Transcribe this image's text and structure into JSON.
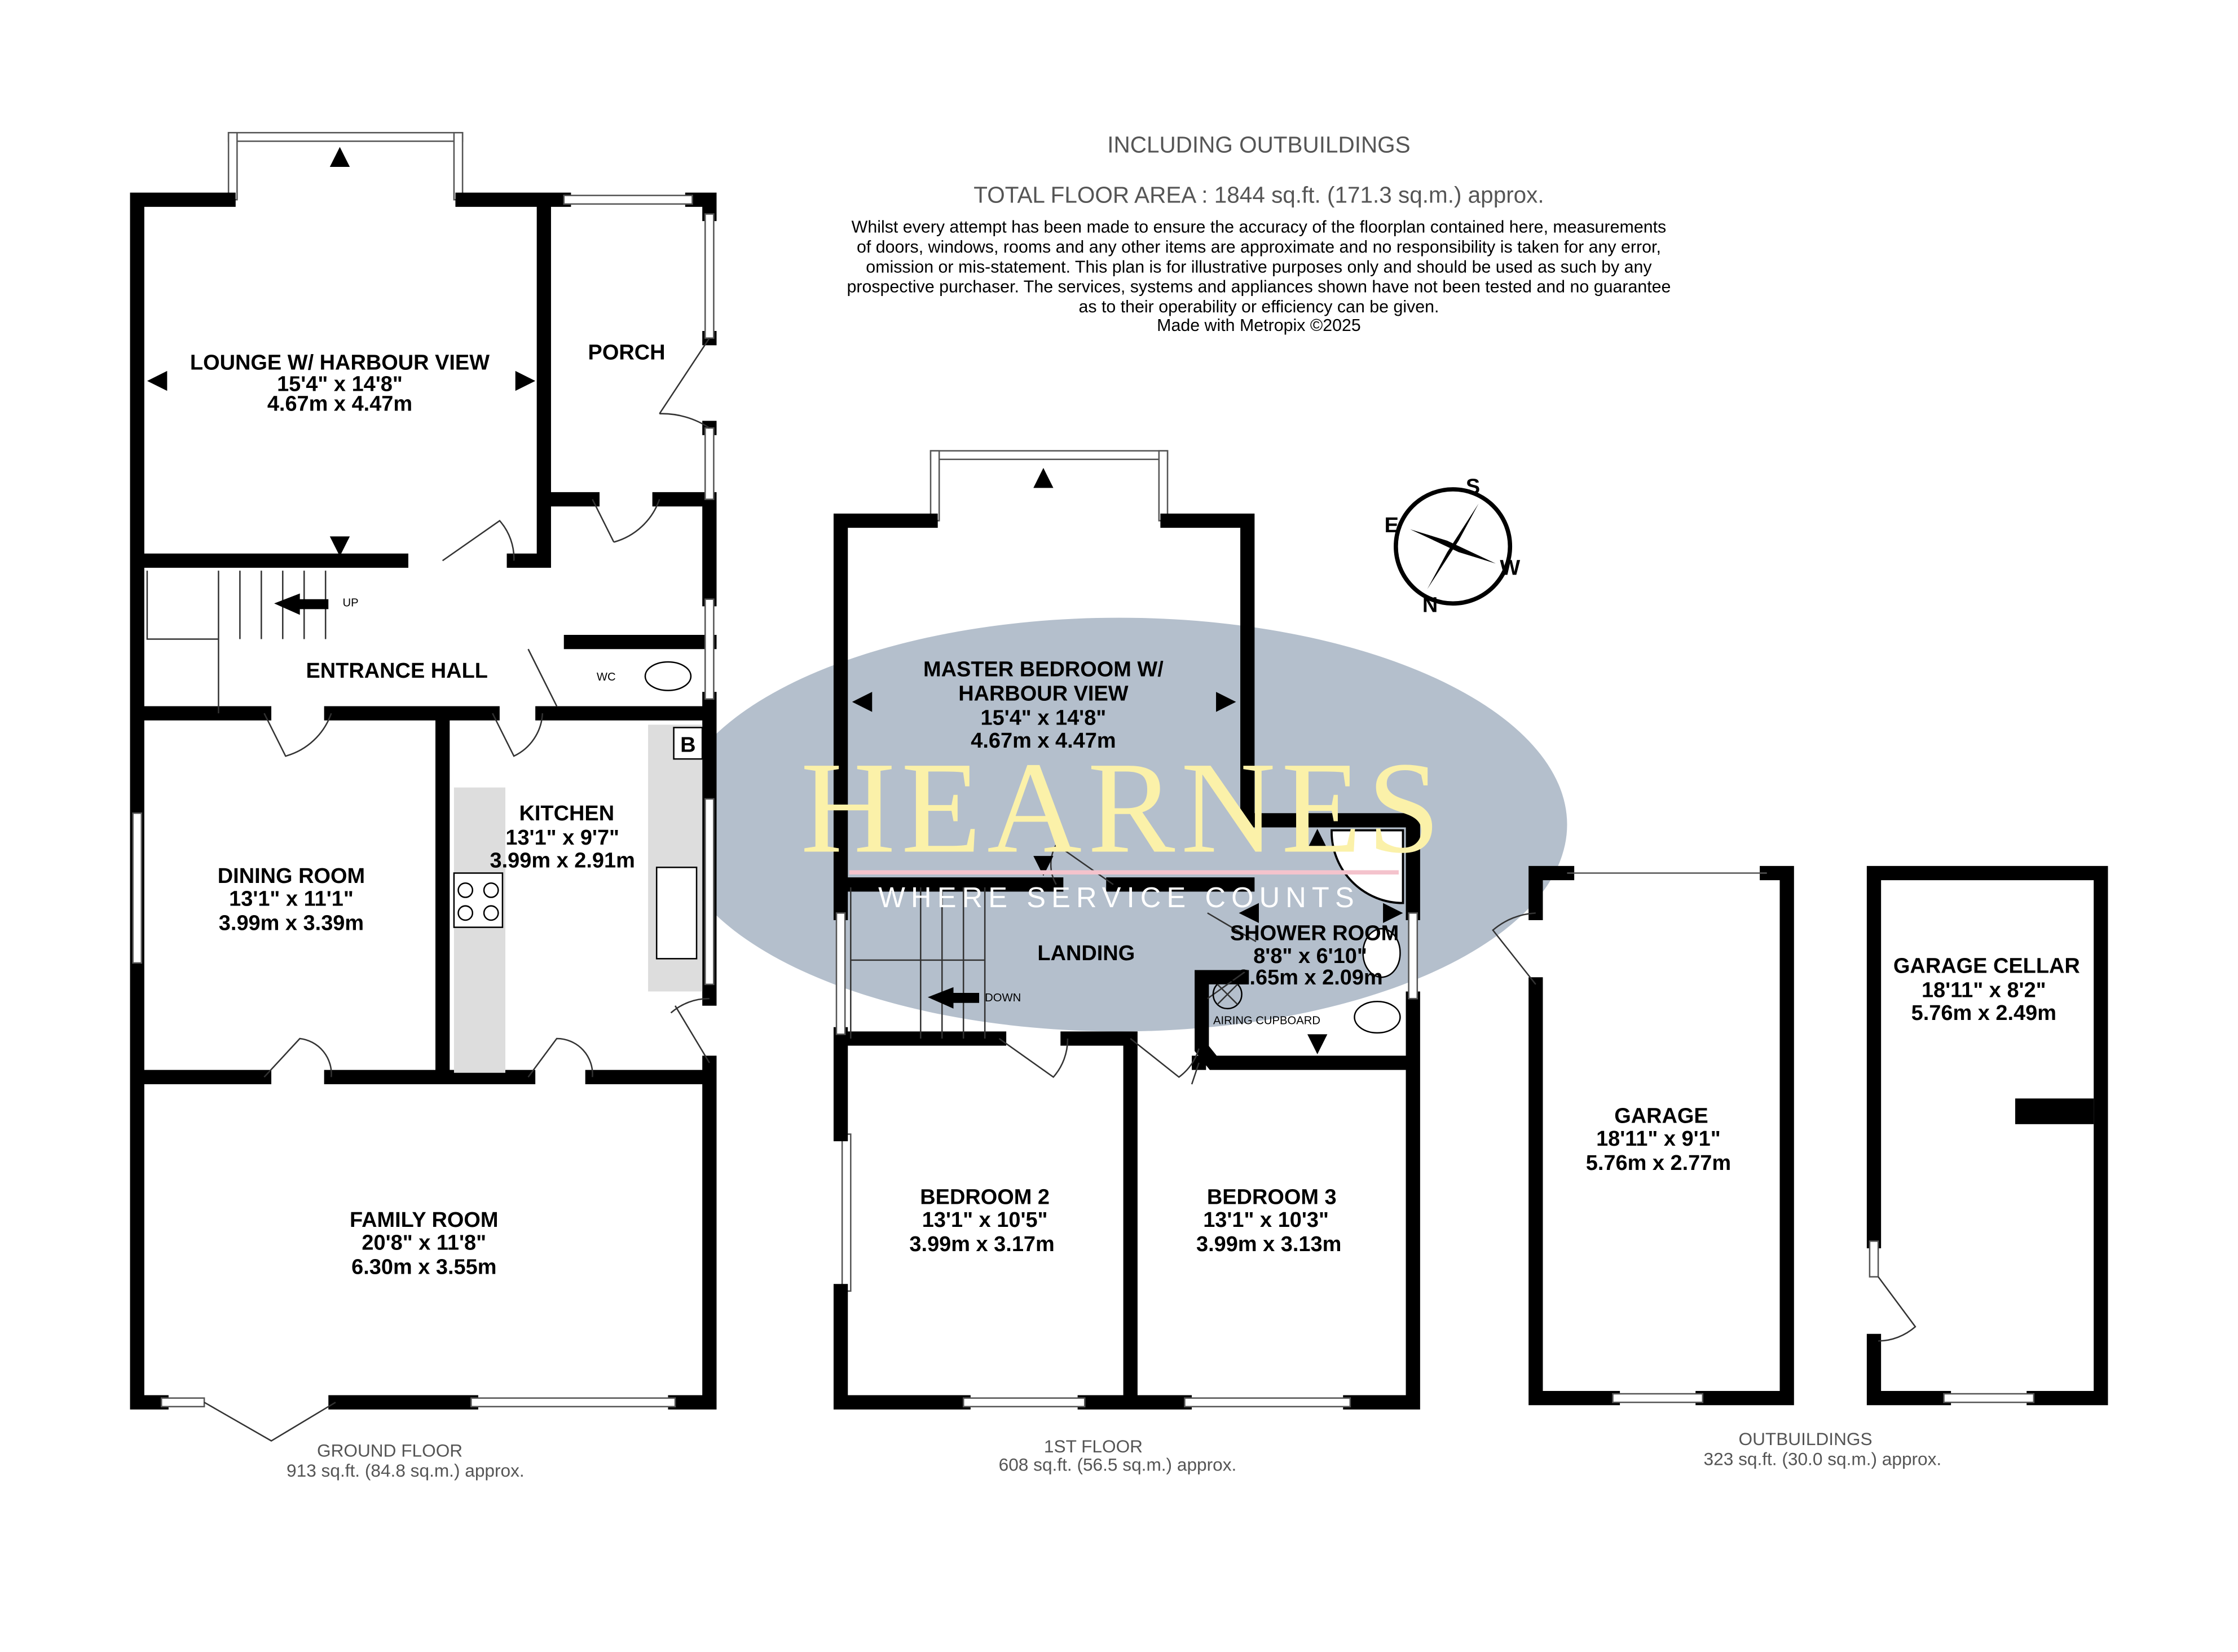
{
  "header": {
    "including": "INCLUDING OUTBUILDINGS",
    "total_area": "TOTAL FLOOR AREA : 1844 sq.ft. (171.3 sq.m.) approx.",
    "disclaimer": [
      "Whilst every attempt has been made to ensure the accuracy of the floorplan contained here, measurements",
      "of doors, windows, rooms and any other items are approximate and no responsibility is taken for any error,",
      "omission or mis-statement. This plan is for illustrative purposes only and should be used as such by any",
      "prospective purchaser. The services, systems and appliances shown have not been tested and no guarantee",
      "as to their operability or efficiency can be given.",
      "Made with Metropix ©2025"
    ]
  },
  "watermark": {
    "brand": "HEARNES",
    "tagline": "WHERE SERVICE COUNTS",
    "ellipse_color": "#b4bfcc",
    "brand_color": "#fbf1a9"
  },
  "compass": {
    "labels": [
      "S",
      "W",
      "N",
      "E"
    ]
  },
  "ground_floor": {
    "caption": "GROUND FLOOR",
    "area": "913 sq.ft. (84.8 sq.m.) approx.",
    "rooms": {
      "lounge": {
        "name": "LOUNGE W/ HARBOUR VIEW",
        "imperial": "15'4\"  x 14'8\"",
        "metric": "4.67m  x 4.47m"
      },
      "porch": {
        "name": "PORCH"
      },
      "hall": {
        "name": "ENTRANCE HALL",
        "stairs": "UP"
      },
      "wc": {
        "name": "WC"
      },
      "boiler": {
        "name": "B"
      },
      "dining": {
        "name": "DINING ROOM",
        "imperial": "13'1\"  x 11'1\"",
        "metric": "3.99m  x 3.39m"
      },
      "kitchen": {
        "name": "KITCHEN",
        "imperial": "13'1\"  x 9'7\"",
        "metric": "3.99m  x 2.91m"
      },
      "family": {
        "name": "FAMILY ROOM",
        "imperial": "20'8\"  x 11'8\"",
        "metric": "6.30m  x 3.55m"
      }
    }
  },
  "first_floor": {
    "caption": "1ST FLOOR",
    "area": "608 sq.ft. (56.5 sq.m.) approx.",
    "rooms": {
      "master": {
        "name1": "MASTER BEDROOM W/",
        "name2": "HARBOUR VIEW",
        "imperial": "15'4\"  x 14'8\"",
        "metric": "4.67m  x 4.47m"
      },
      "shower": {
        "name": "SHOWER ROOM",
        "imperial": "8'8\"  x 6'10\"",
        "metric": "2.65m  x 2.09m"
      },
      "landing": {
        "name": "LANDING",
        "stairs": "DOWN",
        "cupboard": "AIRING CUPBOARD"
      },
      "bed2": {
        "name": "BEDROOM 2",
        "imperial": "13'1\"  x 10'5\"",
        "metric": "3.99m  x 3.17m"
      },
      "bed3": {
        "name": "BEDROOM 3",
        "imperial": "13'1\"  x 10'3\"",
        "metric": "3.99m  x 3.13m"
      }
    }
  },
  "outbuildings": {
    "caption": "OUTBUILDINGS",
    "area": "323 sq.ft. (30.0 sq.m.) approx.",
    "rooms": {
      "garage": {
        "name": "GARAGE",
        "imperial": "18'11\"  x 9'1\"",
        "metric": "5.76m  x 2.77m"
      },
      "cellar": {
        "name": "GARAGE CELLAR",
        "imperial": "18'11\"  x 8'2\"",
        "metric": "5.76m  x 2.49m"
      }
    }
  }
}
